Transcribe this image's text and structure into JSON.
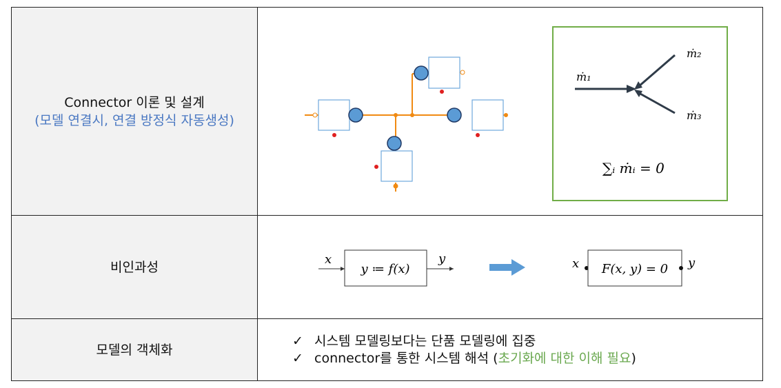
{
  "rows": [
    {
      "label_line1": "Connector 이론 및 설계",
      "label_line2": "(모델 연결시, 연결 방정식 자동생성)",
      "diagram": {
        "flow_labels": [
          "ṁ₁",
          "ṁ₂",
          "ṁ₃"
        ],
        "equation": "∑ᵢ ṁᵢ = 0"
      }
    },
    {
      "label": "비인과성",
      "diagram": {
        "input_var": "x",
        "output_var": "y",
        "causal_eq": "y ≔ f(x)",
        "acausal_eq": "F(x, y) = 0"
      }
    },
    {
      "label": "모델의 객체화",
      "bullets": [
        {
          "check": "✓",
          "text": "시스템 모델링보다는 단품 모델링에 집중"
        },
        {
          "check": "✓",
          "text_before": "connector를 통한 시스템 해석 (",
          "highlight": "초기화에 대한 이해 필요",
          "text_after": ")"
        }
      ]
    }
  ],
  "colors": {
    "line": "#f08a12",
    "node": "#5b9bd5",
    "box_border": "#6fa8dc",
    "green_frame": "#70ad47",
    "arrow": "#5b9bd5",
    "dot": "#e02020"
  }
}
